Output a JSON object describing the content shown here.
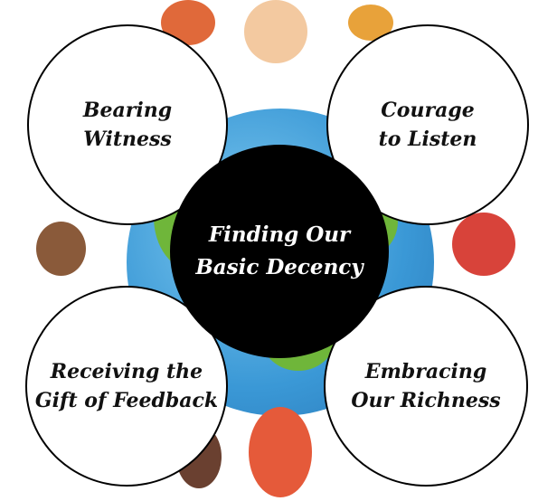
{
  "center": {
    "line1": "Finding Our",
    "line2": "Basic Decency"
  },
  "top_left": {
    "line1": "Bearing",
    "line2": "Witness"
  },
  "top_right": {
    "line1": "Courage",
    "line2": "to Listen"
  },
  "bottom_left": {
    "line1": "Receiving the",
    "line2": "Gift of Feedback"
  },
  "bottom_right": {
    "line1": "Embracing",
    "line2": "Our Richness"
  },
  "colors": {
    "center_fill": "#000000",
    "outer_fill": "#ffffff",
    "ocean": "#3a98d6",
    "land": "#6fb63a"
  }
}
